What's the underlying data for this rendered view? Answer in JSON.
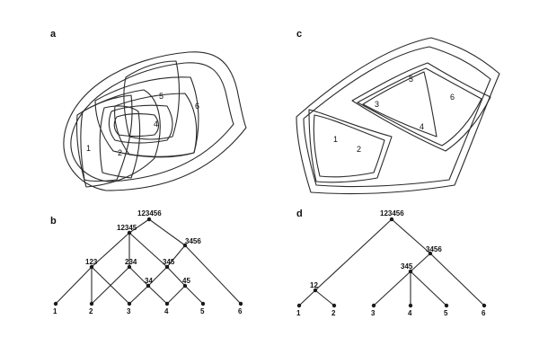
{
  "panels": {
    "a": {
      "letter": "a",
      "regions": [
        "1",
        "2",
        "4",
        "5",
        "6"
      ]
    },
    "b": {
      "letter": "b",
      "nodes": [
        "123456",
        "12345",
        "3456",
        "123",
        "234",
        "345",
        "34",
        "45",
        "1",
        "2",
        "3",
        "4",
        "5",
        "6"
      ],
      "edges": [
        [
          "123456",
          "12345"
        ],
        [
          "123456",
          "3456"
        ],
        [
          "12345",
          "123"
        ],
        [
          "12345",
          "234"
        ],
        [
          "12345",
          "345"
        ],
        [
          "3456",
          "345"
        ],
        [
          "3456",
          "6"
        ],
        [
          "123",
          "1"
        ],
        [
          "123",
          "2"
        ],
        [
          "123",
          "3"
        ],
        [
          "234",
          "2"
        ],
        [
          "234",
          "34"
        ],
        [
          "345",
          "34"
        ],
        [
          "345",
          "45"
        ],
        [
          "34",
          "3"
        ],
        [
          "34",
          "4"
        ],
        [
          "45",
          "4"
        ],
        [
          "45",
          "5"
        ]
      ]
    },
    "c": {
      "letter": "c",
      "regions": [
        "1",
        "2",
        "3",
        "4",
        "5",
        "6"
      ]
    },
    "d": {
      "letter": "d",
      "nodes": [
        "123456",
        "3456",
        "345",
        "12",
        "1",
        "2",
        "3",
        "4",
        "5",
        "6"
      ],
      "edges": [
        [
          "123456",
          "12"
        ],
        [
          "123456",
          "3456"
        ],
        [
          "3456",
          "345"
        ],
        [
          "3456",
          "6"
        ],
        [
          "345",
          "3"
        ],
        [
          "345",
          "4"
        ],
        [
          "345",
          "5"
        ],
        [
          "12",
          "1"
        ],
        [
          "12",
          "2"
        ]
      ]
    }
  }
}
